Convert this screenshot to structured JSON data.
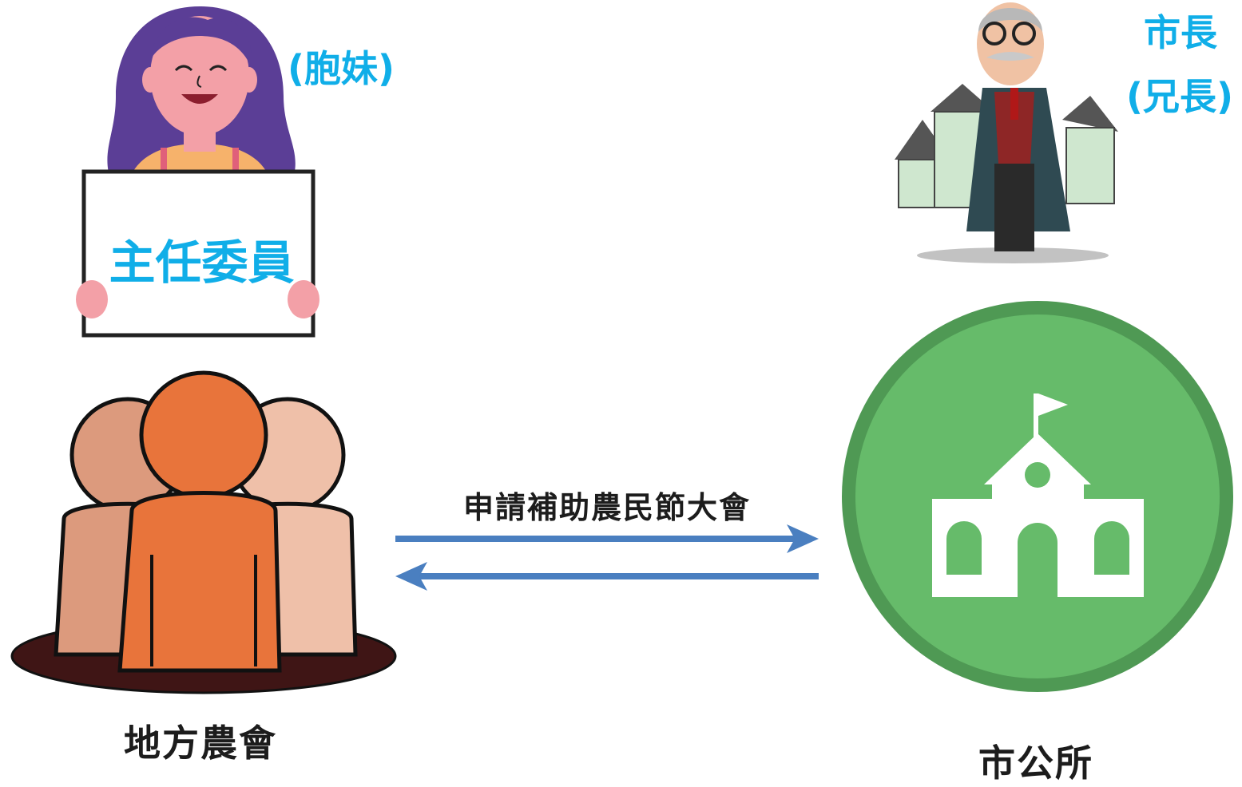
{
  "colors": {
    "accent_blue": "#10aee8",
    "arrow_blue": "#4a7fc0",
    "office_green": "#66bb6a",
    "office_green_dark": "#4f9954",
    "farmer_front": "#e8743b",
    "farmer_left": "#dc9a7d",
    "farmer_right": "#efc0a9",
    "base_dark": "#3f1515",
    "girl_hair": "#5b3e96",
    "girl_skin": "#f3a0a7"
  },
  "icons": {
    "girl": "girl-holding-sign-illustration",
    "mayor": "mayor-cartoon-illustration",
    "office": "city-hall-building-icon",
    "farmers": "farmers-group-icon"
  },
  "labels": {
    "sister_tag": "(胞妹)",
    "sign_text": "主任委員",
    "mayor_title": "市長",
    "mayor_tag": "(兄長)",
    "farmers": "地方農會",
    "office": "市公所",
    "arrow_caption": "申請補助農民節大會"
  }
}
